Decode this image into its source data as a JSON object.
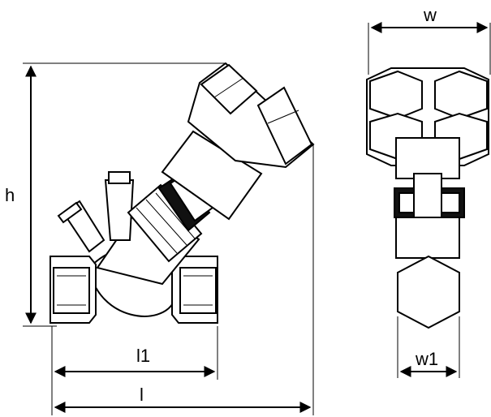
{
  "labels": {
    "h": "h",
    "w": "w",
    "l1": "l1",
    "l": "l",
    "w1": "w1"
  }
}
